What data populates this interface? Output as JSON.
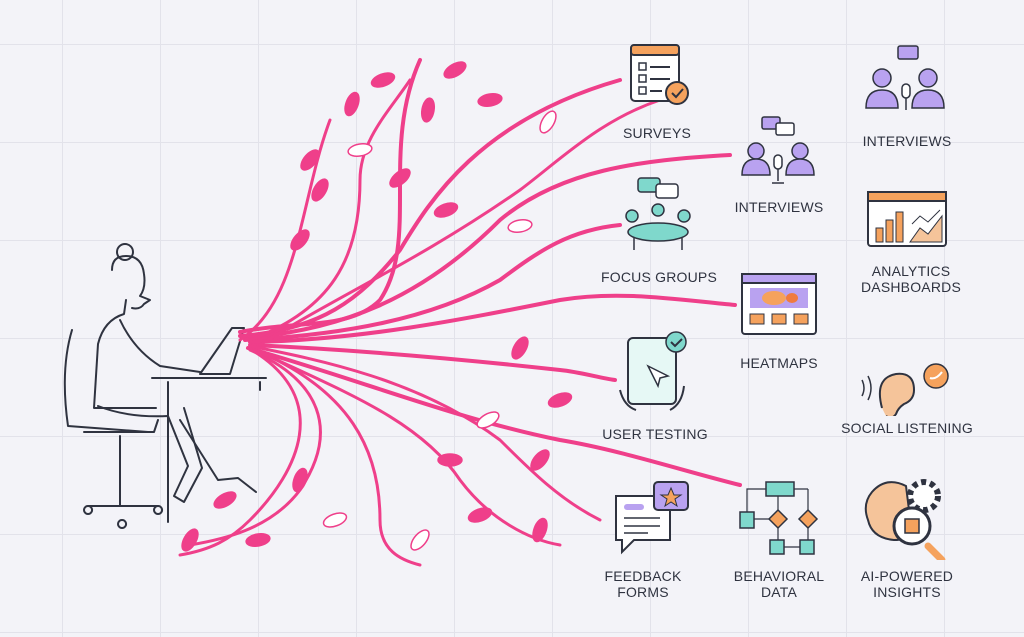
{
  "colors": {
    "background": "#f3f3f8",
    "tree": "#ef3f8a",
    "outline": "#2f3340",
    "purple": "#b9a2f0",
    "teal": "#7fd8cc",
    "orange": "#f5a25d"
  },
  "methods": [
    {
      "label": "SURVEYS",
      "icon": "survey-checklist-icon"
    },
    {
      "label": "INTERVIEWS",
      "icon": "interview-people-microphone-icon"
    },
    {
      "label": "INTERVIEWS",
      "icon": "interview-people-microphone-icon"
    },
    {
      "label": "FOCUS GROUPS",
      "icon": "focus-group-table-icon"
    },
    {
      "label": "ANALYTICS DASHBOARDS",
      "line1": "ANALYTICS",
      "line2": "DASHBOARDS",
      "icon": "analytics-chart-icon"
    },
    {
      "label": "HEATMAPS",
      "icon": "heatmap-browser-icon"
    },
    {
      "label": "SOCIAL LISTENING",
      "icon": "ear-bird-icon"
    },
    {
      "label": "USER TESTING",
      "icon": "tablet-touch-icon"
    },
    {
      "label": "FEEDBACK FORMS",
      "line1": "FEEDBACK",
      "line2": "FORMS",
      "icon": "feedback-chat-star-icon"
    },
    {
      "label": "BEHAVIORAL DATA",
      "line1": "BEHAVIORAL",
      "line2": "DATA",
      "icon": "flowchart-icon"
    },
    {
      "label": "AI-POWERED INSIGHTS",
      "line1": "AI-POWERED",
      "line2": "INSIGHTS",
      "icon": "brain-chip-magnifier-icon"
    }
  ]
}
